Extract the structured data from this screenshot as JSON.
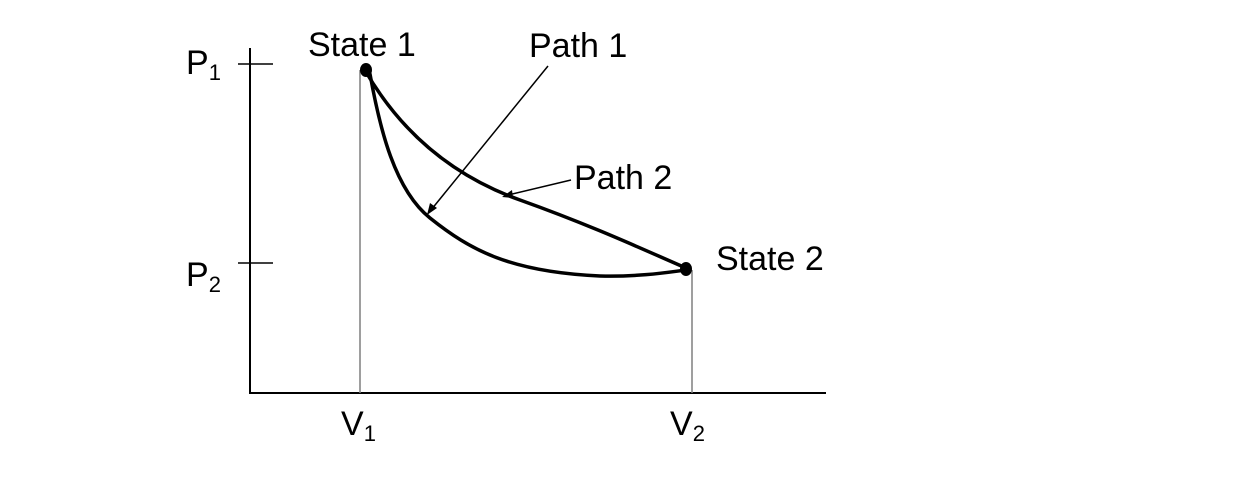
{
  "diagram": {
    "axis_labels": {
      "p1": {
        "letter": "P",
        "sub": "1"
      },
      "p2": {
        "letter": "P",
        "sub": "2"
      },
      "v1": {
        "letter": "V",
        "sub": "1"
      },
      "v2": {
        "letter": "V",
        "sub": "2"
      }
    },
    "states": {
      "state1": "State 1",
      "state2": "State 2"
    },
    "paths": {
      "path1": "Path 1",
      "path2": "Path 2"
    },
    "colors": {
      "ink": "#000000",
      "guide": "#7f7f7f"
    }
  }
}
